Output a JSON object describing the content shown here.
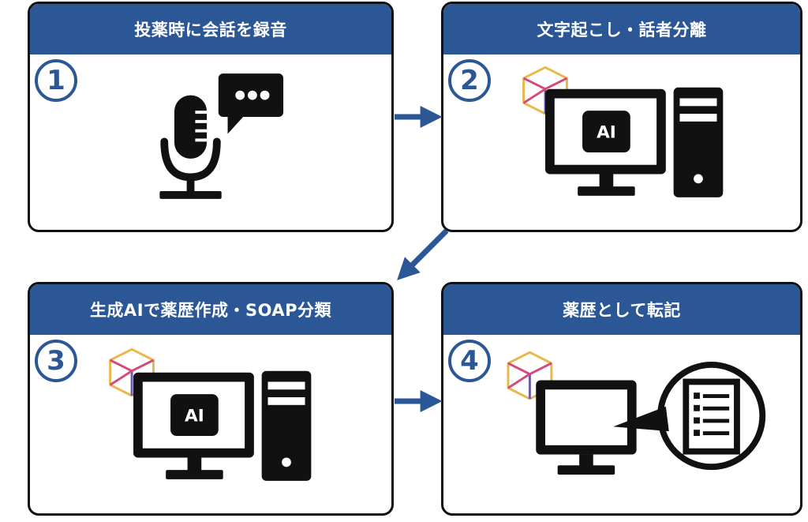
{
  "steps": [
    {
      "number": "1",
      "title": "投薬時に会話を録音",
      "icon": "microphone-speech-bubble-icon"
    },
    {
      "number": "2",
      "title": "文字起こし・話者分離",
      "icon": "ai-computer-icon",
      "ai_label": "AI"
    },
    {
      "number": "3",
      "title": "生成AIで薬歴作成・SOAP分類",
      "icon": "ai-computer-icon",
      "ai_label": "AI"
    },
    {
      "number": "4",
      "title": "薬歴として転記",
      "icon": "computer-document-callout-icon"
    }
  ],
  "colors": {
    "header": "#2c5797",
    "arrow": "#2c5797",
    "border": "#111111",
    "cube": [
      "#e8b84a",
      "#d44b7a",
      "#6a5bb0"
    ]
  }
}
